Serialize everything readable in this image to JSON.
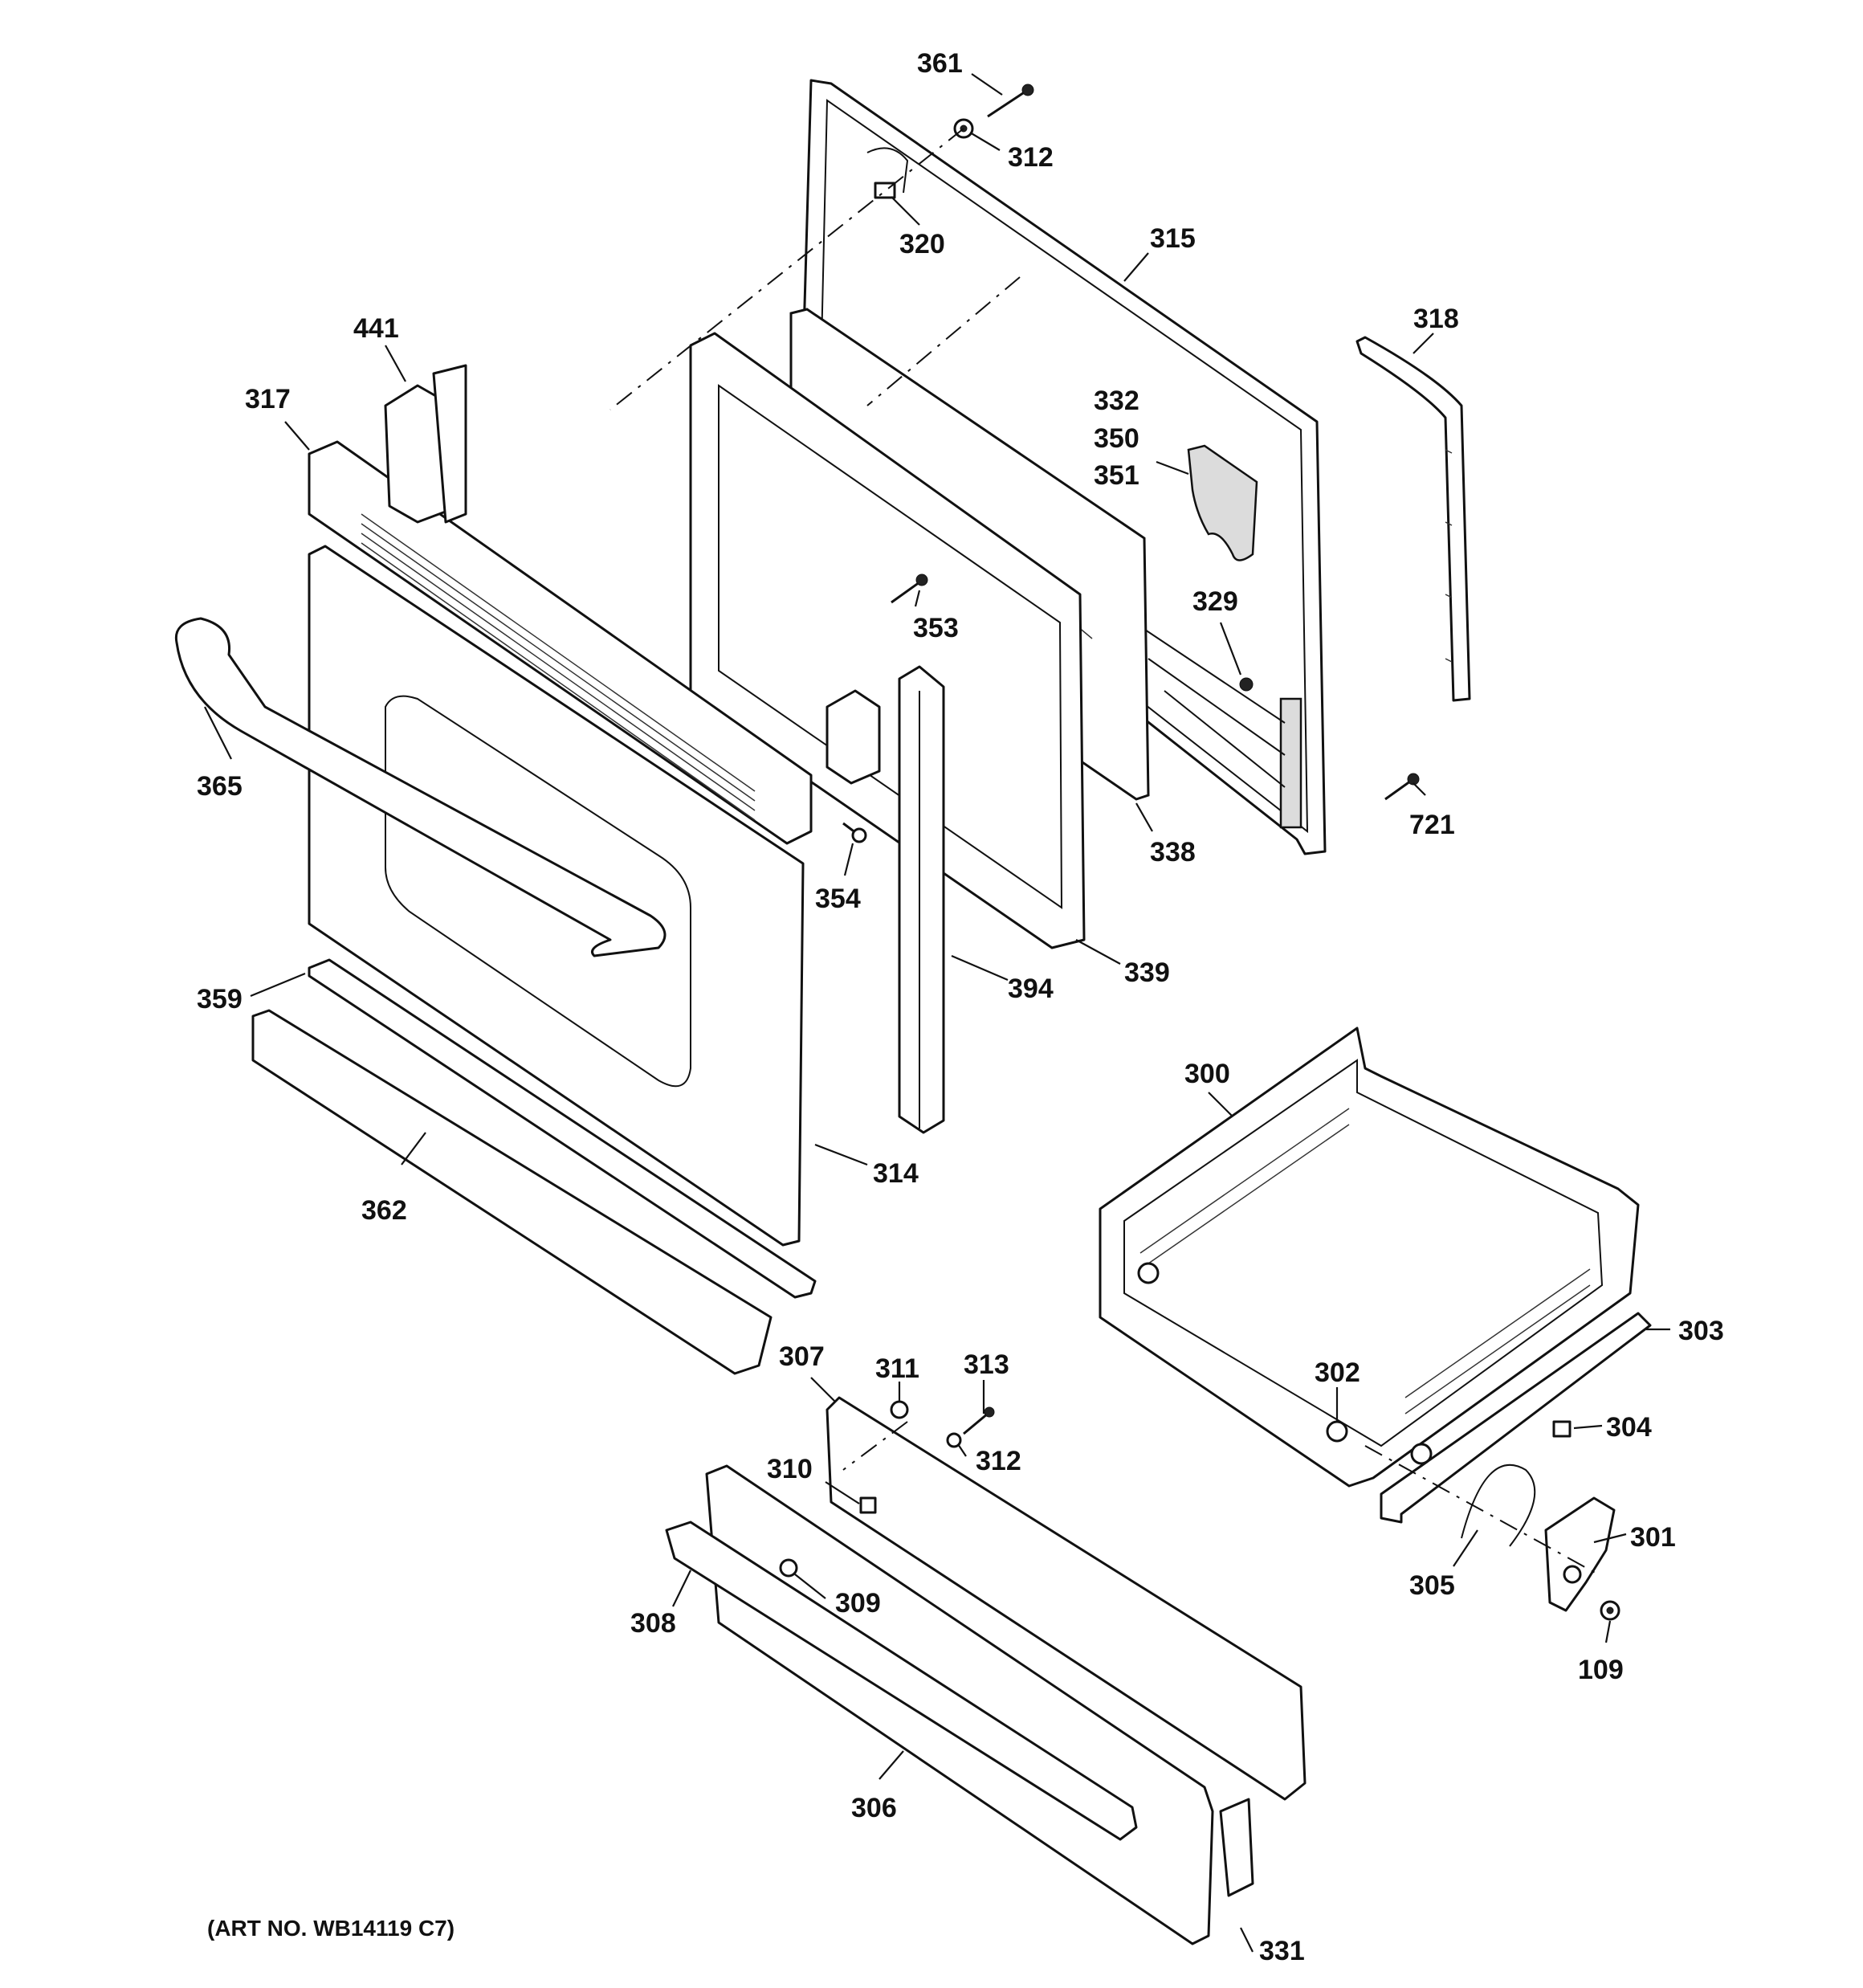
{
  "caption": "(ART NO. WB14119 C7)",
  "callouts": {
    "p361": "361",
    "p312a": "312",
    "p320": "320",
    "p315": "315",
    "p318": "318",
    "p441": "441",
    "p317": "317",
    "p332": "332",
    "p350": "350",
    "p351": "351",
    "p353": "353",
    "p329": "329",
    "p365": "365",
    "p338": "338",
    "p721": "721",
    "p354": "354",
    "p339": "339",
    "p394": "394",
    "p359": "359",
    "p314": "314",
    "p362": "362",
    "p300": "300",
    "p303": "303",
    "p307": "307",
    "p311": "311",
    "p313": "313",
    "p302": "302",
    "p304": "304",
    "p310": "310",
    "p312b": "312",
    "p301": "301",
    "p305": "305",
    "p308": "308",
    "p309": "309",
    "p109": "109",
    "p306": "306",
    "p331": "331"
  }
}
